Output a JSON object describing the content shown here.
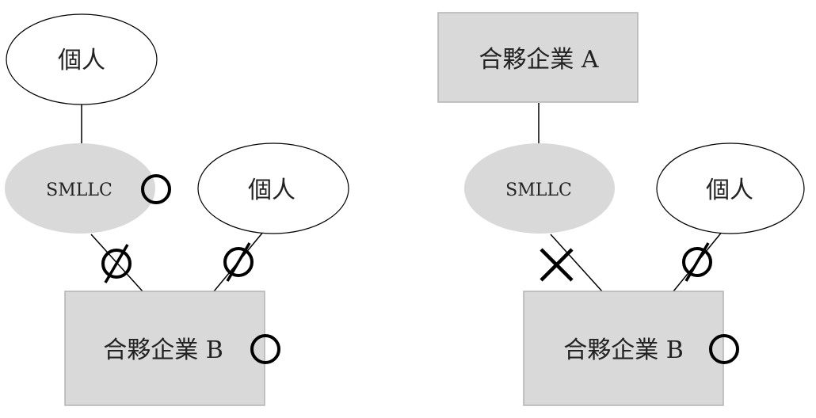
{
  "left_diagram": {
    "person_top": "個人",
    "smllc": "SMLLC",
    "person_right": "個人",
    "jv_b": "合夥企業 B"
  },
  "right_diagram": {
    "jv_a": "合夥企業 A",
    "smllc": "SMLLC",
    "person_right": "個人",
    "jv_b": "合夥企業 B"
  },
  "colors": {
    "fill_gray": "#d9d9d9",
    "stroke": "#000000",
    "text": "#222222"
  }
}
